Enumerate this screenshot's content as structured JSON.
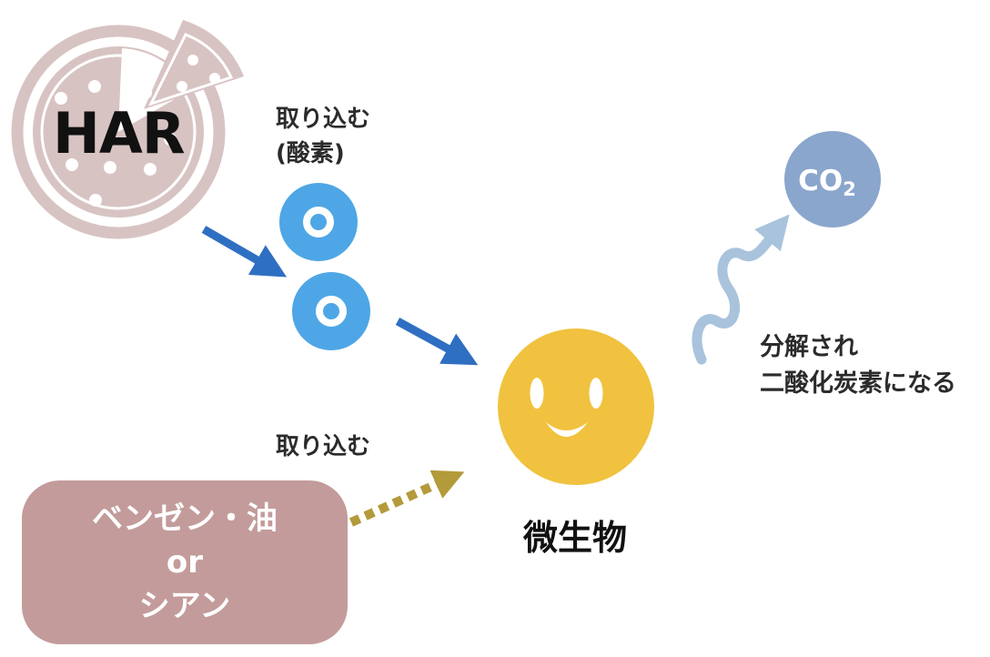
{
  "pizza": {
    "label": "HAR"
  },
  "oxygen": {
    "label_line1": "取り込む",
    "label_line2": "(酸素)",
    "atom_glyph": "O"
  },
  "substance": {
    "line1": "ベンゼン・油",
    "line2": "or",
    "line3": "シアン",
    "intake_label": "取り込む"
  },
  "microbe": {
    "label": "微生物"
  },
  "co2": {
    "label": "CO",
    "subscript": "2",
    "caption_line1": "分解され",
    "caption_line2": "二酸化炭素になる"
  },
  "colors": {
    "pizza": "#d8c3c3",
    "oxygen": "#4ea6e6",
    "arrow_blue": "#2f6fc2",
    "arrow_gold": "#b39a3a",
    "microbe": "#f1c23f",
    "co2_circle": "#8aa6cc",
    "co2_arrow": "#a9c3dc",
    "substance_box": "#c39b9b"
  }
}
